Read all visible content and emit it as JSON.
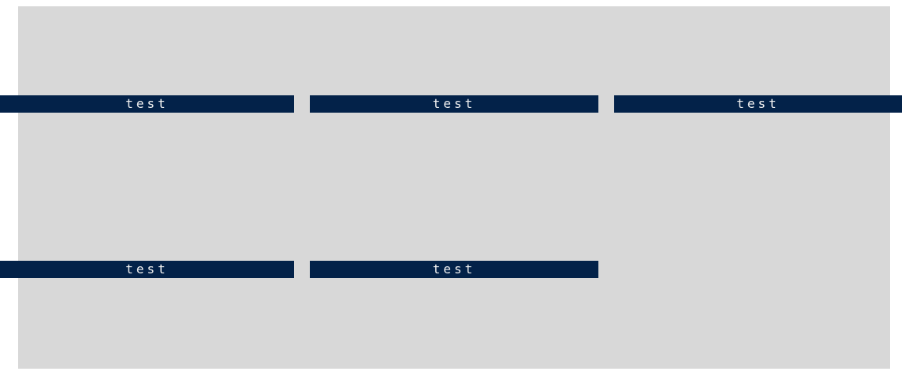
{
  "page": {
    "background_color": "#ffffff",
    "panel_color": "#d8d8d8",
    "bar_color": "#032249",
    "bar_text_color": "#f2f2f2"
  },
  "bars": [
    {
      "label": "test",
      "row": 1,
      "col": 1
    },
    {
      "label": "test",
      "row": 1,
      "col": 2
    },
    {
      "label": "test",
      "row": 1,
      "col": 3
    },
    {
      "label": "test",
      "row": 2,
      "col": 1
    },
    {
      "label": "test",
      "row": 2,
      "col": 2
    }
  ]
}
